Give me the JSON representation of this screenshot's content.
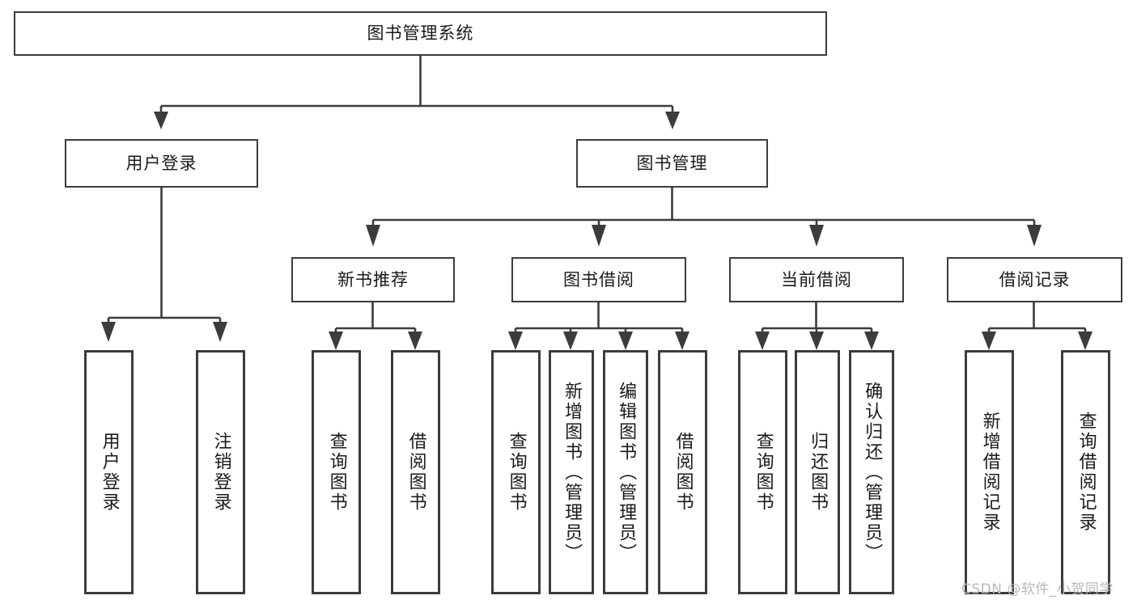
{
  "diagram": {
    "title": "图书管理系统",
    "type": "functional-structure-tree",
    "watermark": "CSDN @软件_小贺同学",
    "colors": {
      "border": "#3c3c3c",
      "background": "#ffffff",
      "text": "#1a1a1a",
      "watermark": "#b8b8b8"
    },
    "root": {
      "label": "图书管理系统"
    },
    "level2": [
      {
        "id": "user-login",
        "label": "用户登录"
      },
      {
        "id": "book-management",
        "label": "图书管理"
      }
    ],
    "level3": [
      {
        "id": "new-book-recommend",
        "label": "新书推荐"
      },
      {
        "id": "book-borrow",
        "label": "图书借阅"
      },
      {
        "id": "current-borrow",
        "label": "当前借阅"
      },
      {
        "id": "borrow-record",
        "label": "借阅记录"
      }
    ],
    "leaves": {
      "user_login": [
        {
          "id": "leaf-user-login",
          "label": "用户登录"
        },
        {
          "id": "leaf-logout-login",
          "label": "注销登录"
        }
      ],
      "new_book_recommend": [
        {
          "id": "leaf-query-book-1",
          "label": "查询图书"
        },
        {
          "id": "leaf-borrow-book-1",
          "label": "借阅图书"
        }
      ],
      "book_borrow": [
        {
          "id": "leaf-query-book-2",
          "label": "查询图书"
        },
        {
          "id": "leaf-add-book",
          "label": "新增图书（管理员）"
        },
        {
          "id": "leaf-edit-book",
          "label": "编辑图书（管理员）"
        },
        {
          "id": "leaf-borrow-book-2",
          "label": "借阅图书"
        }
      ],
      "current_borrow": [
        {
          "id": "leaf-query-book-3",
          "label": "查询图书"
        },
        {
          "id": "leaf-return-book",
          "label": "归还图书"
        },
        {
          "id": "leaf-confirm-return",
          "label": "确认归还（管理员）"
        }
      ],
      "borrow_record": [
        {
          "id": "leaf-add-record",
          "label": "新增借阅记录"
        },
        {
          "id": "leaf-query-record",
          "label": "查询借阅记录"
        }
      ]
    }
  }
}
